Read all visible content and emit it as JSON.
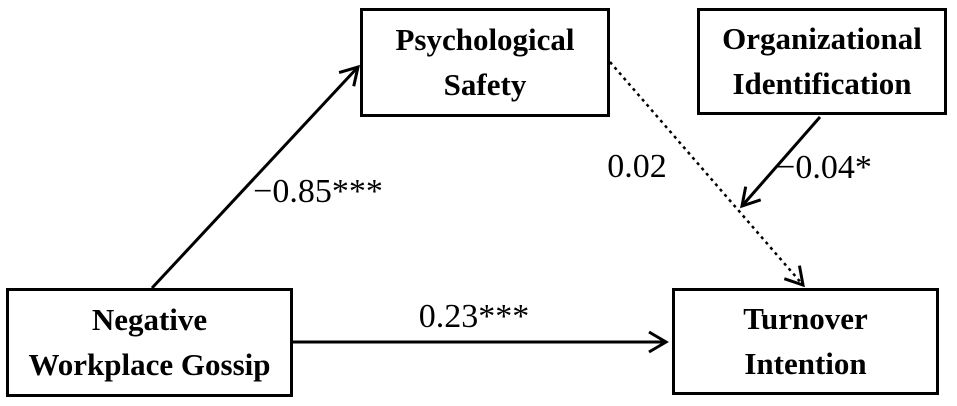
{
  "diagram": {
    "title": "moderated-mediation-path-model",
    "background_color": "#ffffff",
    "line_color": "#000000",
    "boxes": [
      {
        "id": "psychological-safety",
        "line1": "Psychological",
        "line2": "Safety"
      },
      {
        "id": "organizational-identification",
        "line1": "Organizational",
        "line2": "Identification"
      },
      {
        "id": "negative-workplace-gossip",
        "line1": "Negative",
        "line2": "Workplace Gossip"
      },
      {
        "id": "turnover-intention",
        "line1": "Turnover",
        "line2": "Intention"
      }
    ],
    "paths": [
      {
        "id": "gossip-to-safety",
        "from": "negative-workplace-gossip",
        "to": "psychological-safety",
        "style": "solid",
        "label": "−0.85***"
      },
      {
        "id": "gossip-to-turnover",
        "from": "negative-workplace-gossip",
        "to": "turnover-intention",
        "style": "solid",
        "label": "0.23***"
      },
      {
        "id": "safety-to-turnover",
        "from": "psychological-safety",
        "to": "turnover-intention",
        "style": "dotted",
        "label": "0.02"
      },
      {
        "id": "identification-to-mediation-path",
        "from": "organizational-identification",
        "to": "safety-to-turnover-path",
        "style": "solid",
        "label": "−0.04*"
      }
    ]
  }
}
